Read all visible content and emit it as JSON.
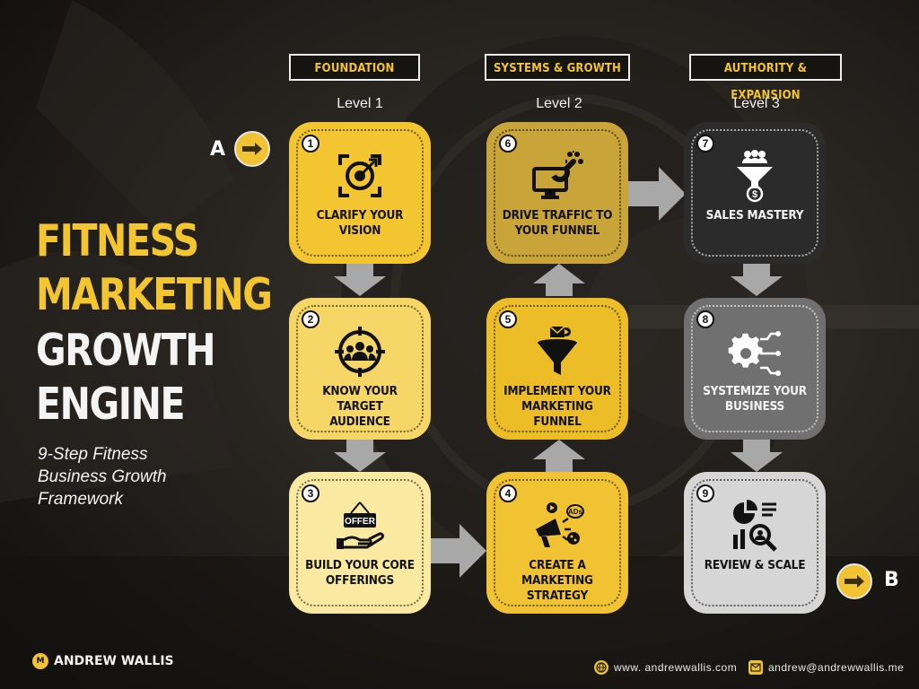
{
  "title": {
    "line1": "FITNESS",
    "line2": "MARKETING",
    "line3": "GROWTH",
    "line4": "ENGINE",
    "subtitle_line1": "9-Step Fitness",
    "subtitle_line2": "Business Growth",
    "subtitle_line3": "Framework"
  },
  "levels": [
    {
      "header": "FOUNDATION",
      "label": "Level 1"
    },
    {
      "header": "SYSTEMS & GROWTH",
      "label": "Level 2"
    },
    {
      "header": "AUTHORITY & EXPANSION",
      "label": "Level 3"
    }
  ],
  "steps": [
    {
      "number": "1",
      "line1": "CLARIFY YOUR",
      "line2": "VISION",
      "icon": "target-icon"
    },
    {
      "number": "2",
      "line1": "KNOW YOUR TARGET",
      "line2": "AUDIENCE",
      "icon": "audience-target-icon"
    },
    {
      "number": "3",
      "line1": "BUILD YOUR CORE",
      "line2": "OFFERINGS",
      "icon": "offer-hand-icon",
      "icon_text": "OFFER"
    },
    {
      "number": "4",
      "line1": "CREATE A MARKETING",
      "line2": "STRATEGY",
      "icon": "megaphone-icon",
      "icon_text": "ADs"
    },
    {
      "number": "5",
      "line1": "IMPLEMENT YOUR",
      "line2": "MARKETING FUNNEL",
      "icon": "funnel-icon"
    },
    {
      "number": "6",
      "line1": "DRIVE TRAFFIC TO",
      "line2": "YOUR FUNNEL",
      "icon": "magnet-monitor-icon"
    },
    {
      "number": "7",
      "line1": "SALES MASTERY",
      "line2": "",
      "icon": "sales-funnel-icon",
      "icon_text": "$"
    },
    {
      "number": "8",
      "line1": "SYSTEMIZE YOUR",
      "line2": "BUSINESS",
      "icon": "gear-icon"
    },
    {
      "number": "9",
      "line1": "REVIEW & SCALE",
      "line2": "",
      "icon": "analytics-icon"
    }
  ],
  "markers": {
    "start": "A",
    "end": "B"
  },
  "footer": {
    "brand": "ANDREW WALLIS",
    "website": "www. andrewwallis.com",
    "email": "andrew@andrewwallis.me"
  },
  "colors": {
    "step1": "#f3c530",
    "step2": "#f6d666",
    "step3": "#fae9a0",
    "step4": "#f1c232",
    "step5": "#ecbd26",
    "step6": "#c9a438",
    "step7": "#2b2b2b",
    "step8": "#707070",
    "step9": "#d6d6d6",
    "accent": "#f1c232"
  }
}
